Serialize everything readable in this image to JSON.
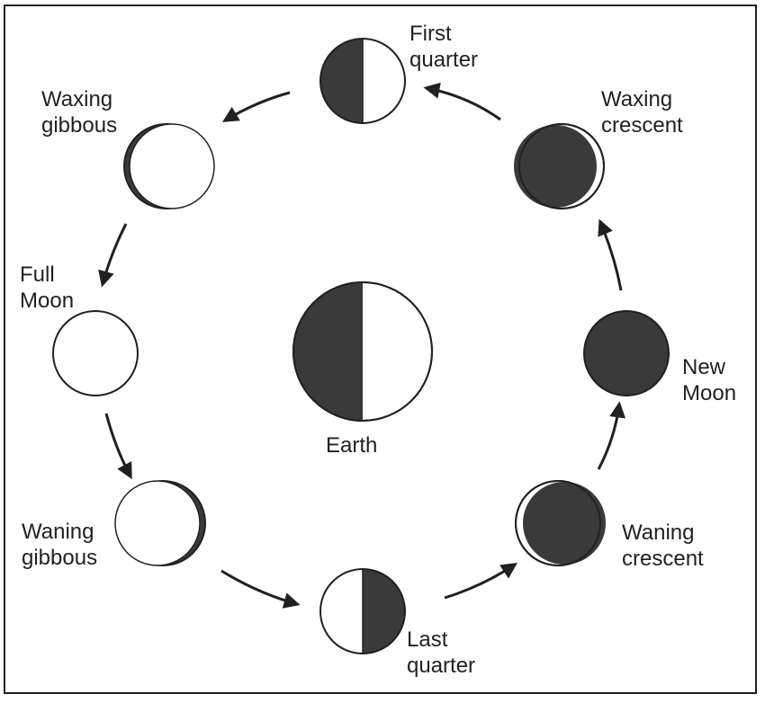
{
  "colors": {
    "dark": "#3a3a3a",
    "light": "#ffffff",
    "stroke": "#231f20"
  },
  "labels": {
    "first_quarter": [
      "First",
      "quarter"
    ],
    "waxing_crescent": [
      "Waxing",
      "crescent"
    ],
    "new_moon": [
      "New",
      "Moon"
    ],
    "waning_crescent": [
      "Waning",
      "crescent"
    ],
    "last_quarter": [
      "Last",
      "quarter"
    ],
    "waning_gibbous": [
      "Waning",
      "gibbous"
    ],
    "full_moon": [
      "Full",
      "Moon"
    ],
    "waxing_gibbous": [
      "Waxing",
      "gibbous"
    ],
    "earth": "Earth"
  },
  "phases": [
    {
      "id": "new-moon",
      "illuminated": 0.0,
      "lit_side": "none"
    },
    {
      "id": "waxing-crescent",
      "illuminated": 0.25,
      "lit_side": "right"
    },
    {
      "id": "first-quarter",
      "illuminated": 0.5,
      "lit_side": "right"
    },
    {
      "id": "waxing-gibbous",
      "illuminated": 0.75,
      "lit_side": "right"
    },
    {
      "id": "full-moon",
      "illuminated": 1.0,
      "lit_side": "all"
    },
    {
      "id": "waning-gibbous",
      "illuminated": 0.75,
      "lit_side": "left"
    },
    {
      "id": "last-quarter",
      "illuminated": 0.5,
      "lit_side": "left"
    },
    {
      "id": "waning-crescent",
      "illuminated": 0.25,
      "lit_side": "left"
    }
  ]
}
